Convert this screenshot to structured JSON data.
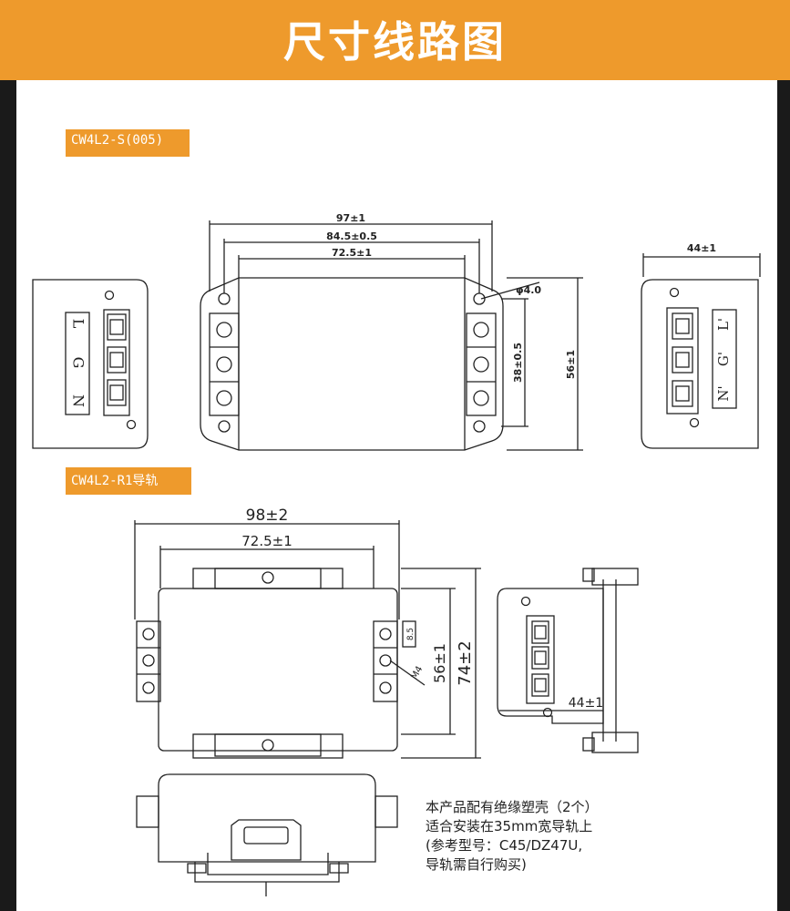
{
  "header": {
    "title": "尺寸线路图"
  },
  "models": {
    "s_label": "CW4L2-S(005)",
    "r1_label": "CW4L2-R1导轨"
  },
  "dims_s": {
    "overall_width": "97±1",
    "mid_width": "84.5±0.5",
    "inner_width": "72.5±1",
    "hole": "φ4.0",
    "hole_spacing": "38±0.5",
    "height": "56±1",
    "depth": "44±1"
  },
  "terminals_left": {
    "l": "L",
    "g": "G",
    "n": "N"
  },
  "terminals_right": {
    "n": "N'",
    "g": "G'",
    "l": "L'"
  },
  "dims_r1": {
    "overall_width": "98±2",
    "inner_width": "72.5±1",
    "pitch": "8.5",
    "screw": "M4",
    "height": "56±1",
    "overall_height": "74±2",
    "depth": "44±1"
  },
  "note": {
    "line1": "本产品配有绝缘塑壳（2个）",
    "line2": "适合安装在35mm宽导轨上",
    "line3": "(参考型号：C45/DZ47U,",
    "line4": "导轨需自行购买)"
  },
  "colors": {
    "accent": "#ee9a2c",
    "frame": "#1a1a1a",
    "line": "#222222"
  }
}
